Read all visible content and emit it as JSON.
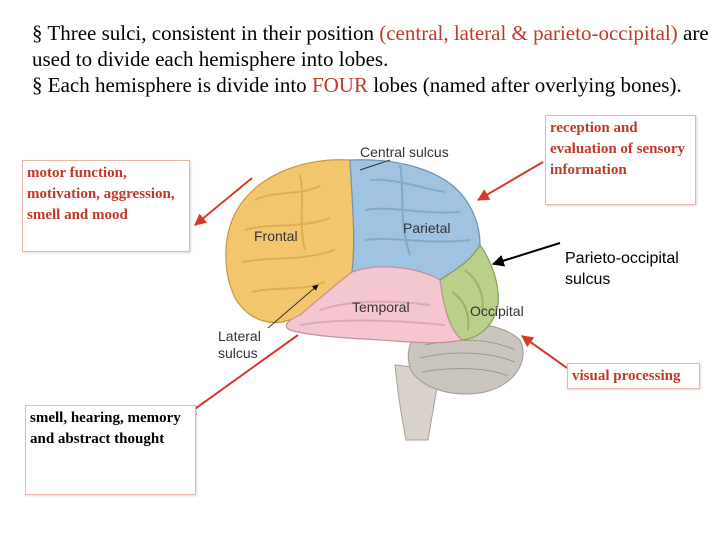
{
  "bullets": [
    {
      "marker": "§",
      "text_before": "Three sulci, consistent in their position",
      "highlight": "(central, lateral & parieto-occipital)",
      "text_after": "are used to divide each hemisphere into lobes."
    },
    {
      "marker": "§",
      "text_before": "Each hemisphere is divide into",
      "highlight": "FOUR",
      "text_after": "lobes (named after overlying bones)."
    }
  ],
  "callouts": {
    "motor": "motor function, motivation, aggression, smell and mood",
    "reception": "reception and evaluation of sensory information",
    "visual": "visual processing",
    "smell": "smell, hearing, memory and abstract thought",
    "parieto_occipital": "Parieto-occipital sulcus"
  },
  "brain_labels": {
    "central_sulcus": "Central sulcus",
    "frontal": "Frontal",
    "parietal": "Parietal",
    "temporal": "Temporal",
    "occipital": "Occipital",
    "lateral_sulcus": "Lateral sulcus"
  },
  "colors": {
    "highlight": "#c0392b",
    "frontal_lobe": "#f2c66d",
    "parietal_lobe": "#9fc3e0",
    "temporal_lobe": "#f4c6cf",
    "occipital_lobe": "#b9cf8a",
    "cerebellum": "#c9c4bd",
    "arrow_red": "#d9382b"
  }
}
